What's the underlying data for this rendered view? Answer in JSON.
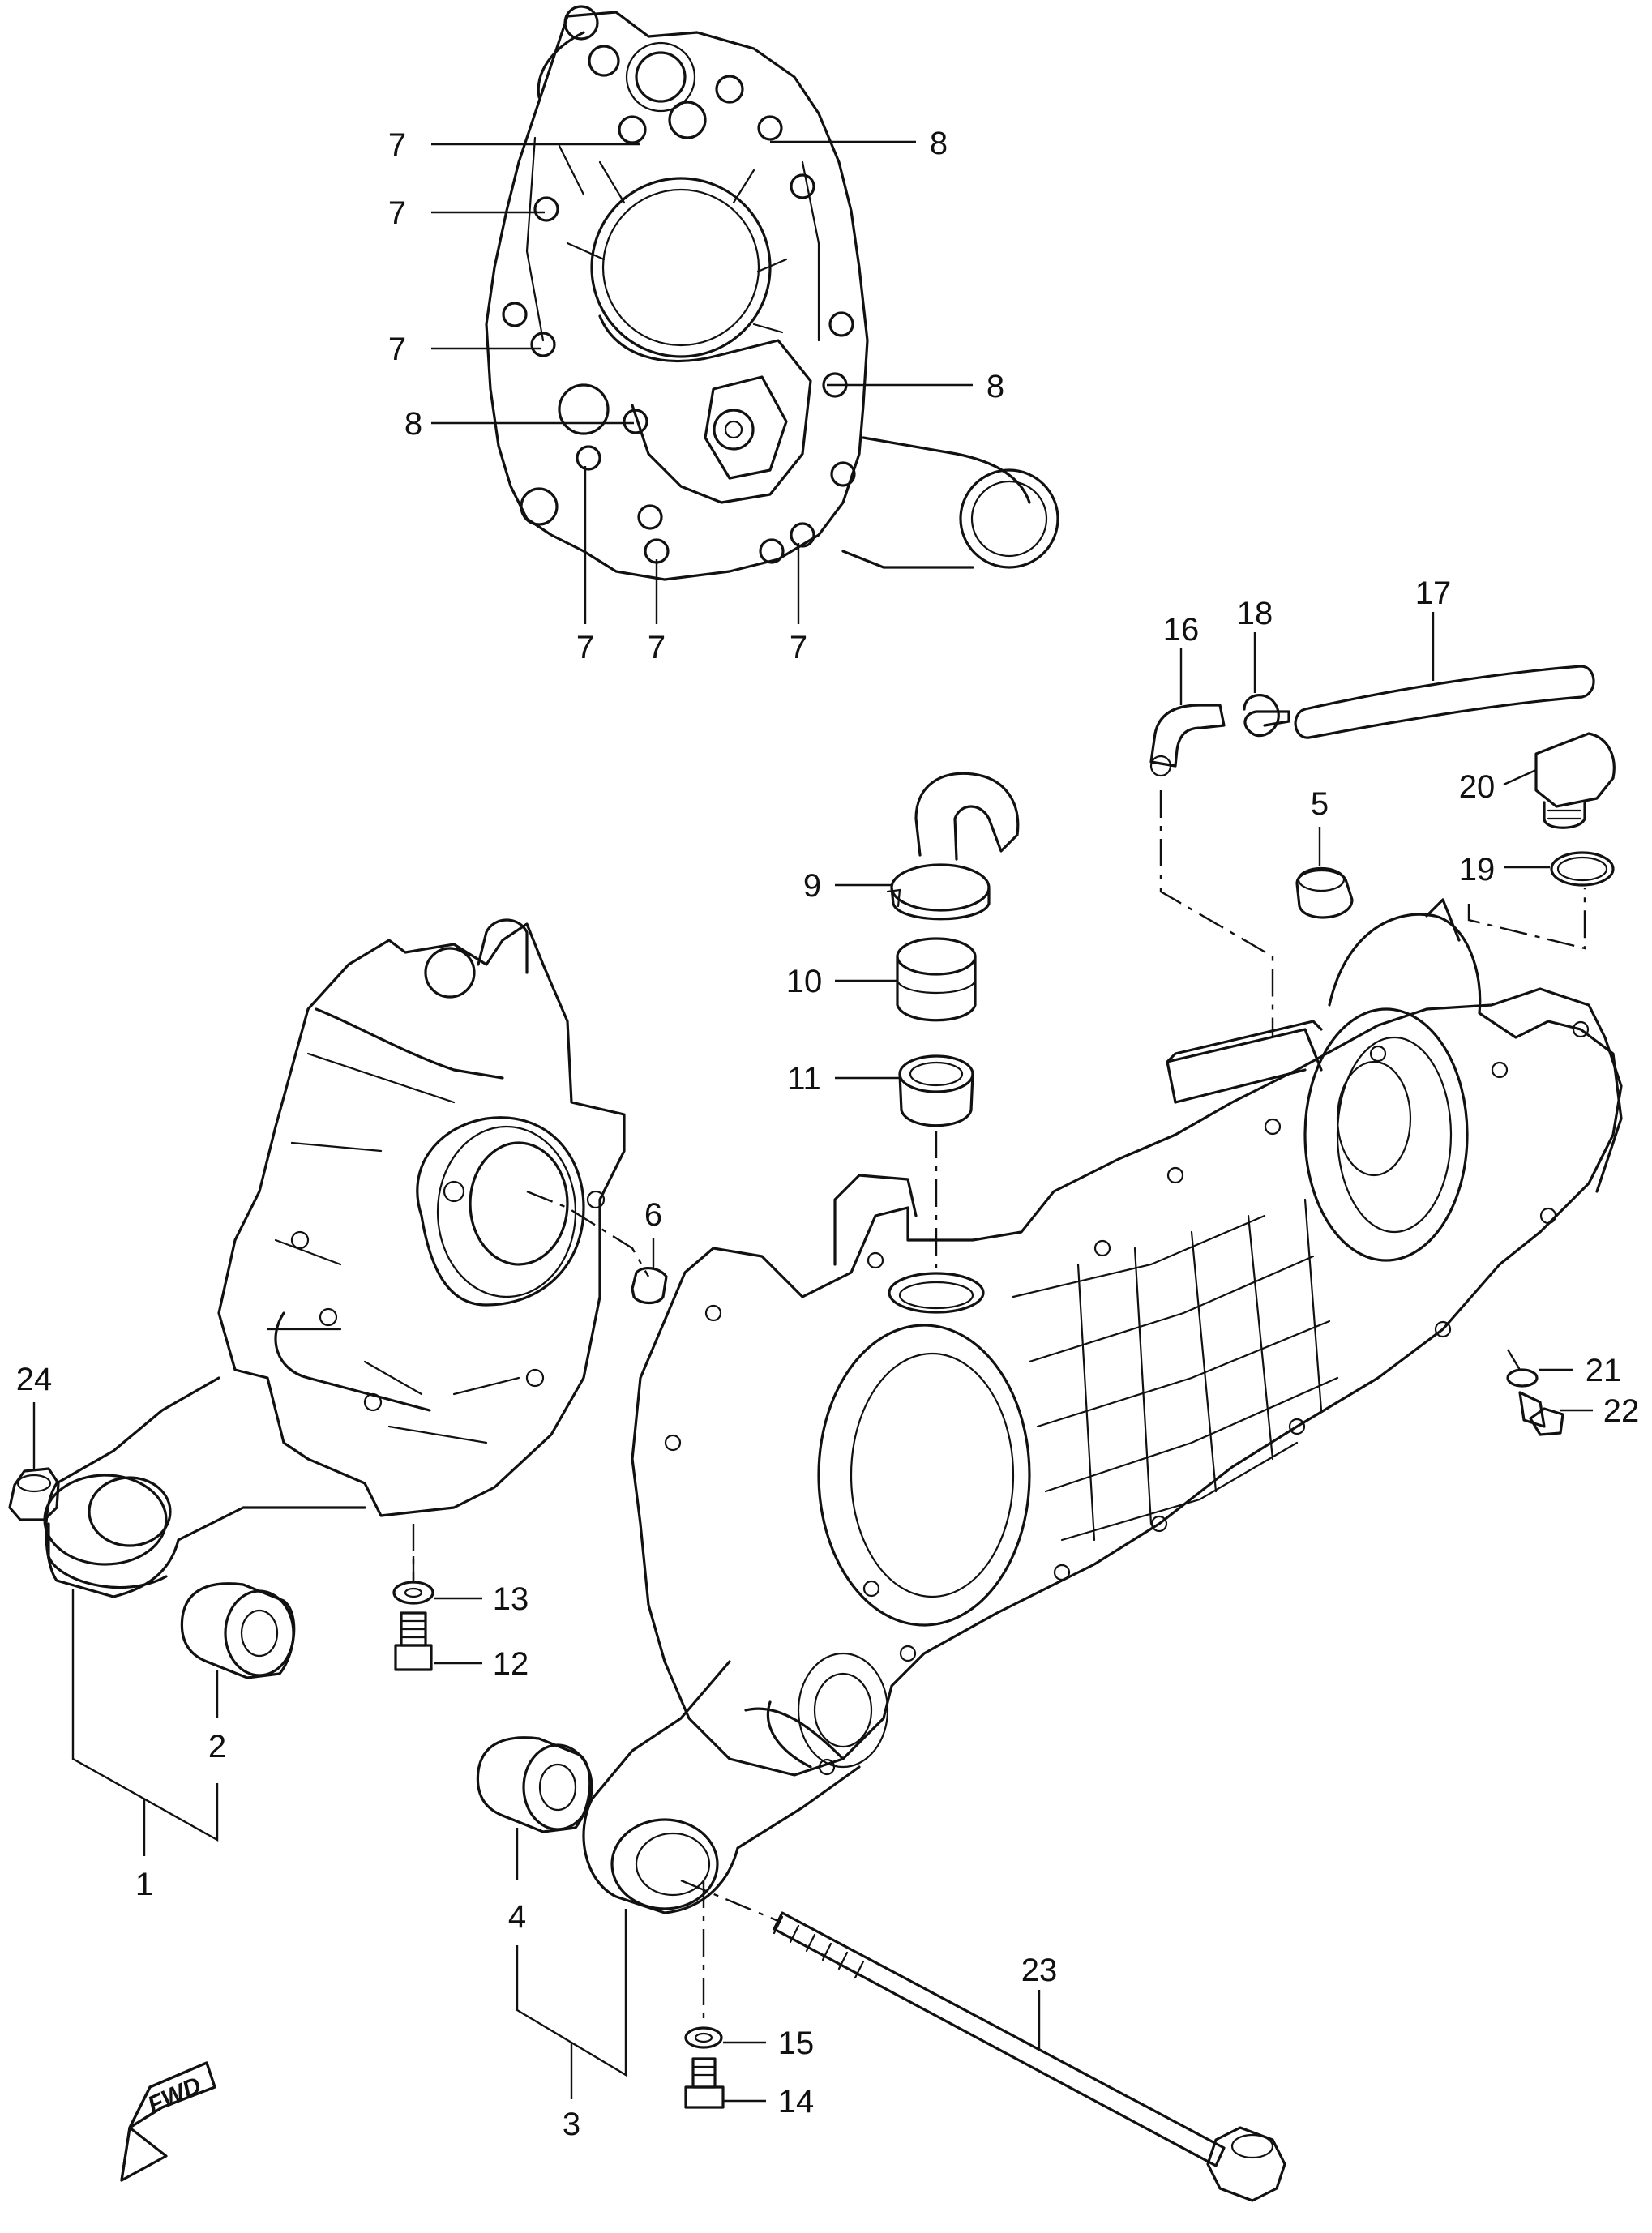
{
  "callouts": [
    {
      "label": "7"
    },
    {
      "label": "7"
    },
    {
      "label": "7"
    },
    {
      "label": "8"
    },
    {
      "label": "8"
    },
    {
      "label": "8"
    },
    {
      "label": "7"
    },
    {
      "label": "7"
    },
    {
      "label": "7"
    },
    {
      "label": "16"
    },
    {
      "label": "18"
    },
    {
      "label": "17"
    },
    {
      "label": "20"
    },
    {
      "label": "5"
    },
    {
      "label": "19"
    },
    {
      "label": "9"
    },
    {
      "label": "10"
    },
    {
      "label": "11"
    },
    {
      "label": "6"
    },
    {
      "label": "24"
    },
    {
      "label": "21"
    },
    {
      "label": "22"
    },
    {
      "label": "13"
    },
    {
      "label": "12"
    },
    {
      "label": "2"
    },
    {
      "label": "1"
    },
    {
      "label": "4"
    },
    {
      "label": "3"
    },
    {
      "label": "23"
    },
    {
      "label": "15"
    },
    {
      "label": "14"
    }
  ],
  "direction_marker": {
    "label": "FWD"
  },
  "colors": {
    "line": "#111111",
    "background": "#ffffff"
  }
}
